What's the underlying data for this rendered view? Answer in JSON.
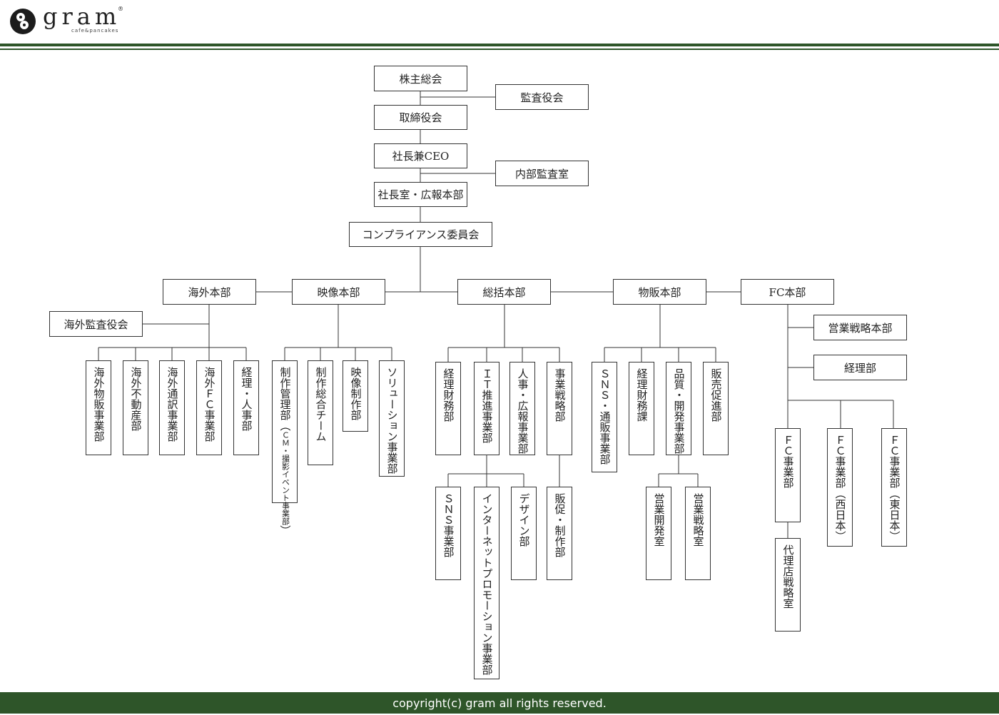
{
  "header": {
    "logo_word": "gram",
    "logo_reg": "®",
    "logo_sub": "cafe&pancakes"
  },
  "footer": {
    "copyright": "copyright(c) gram all rights reserved."
  },
  "org": {
    "shareholders": "株主総会",
    "auditors": "監査役会",
    "board": "取締役会",
    "ceo": "社長兼CEO",
    "internal_audit": "内部監査室",
    "president_office": "社長室・広報本部",
    "compliance": "コンプライアンス委員会",
    "overseas": {
      "name": "海外本部",
      "audit": "海外監査役会",
      "units": [
        "海外物販事業部",
        "海外不動産部",
        "海外通訳事業部",
        "海外ＦＣ事業部",
        "経理・人事部"
      ]
    },
    "video": {
      "name": "映像本部",
      "production_main": "制作管理部（",
      "production_sub": "ＣＭ・撮影イベント事業部",
      "production_close": "）",
      "units": [
        "制作総合チーム",
        "映像制作部",
        "ソリューション事業部"
      ]
    },
    "general": {
      "name": "総括本部",
      "units": [
        "経理財務部",
        "ＩＴ推進事業部",
        "人事・広報事業部",
        "事業戦略部"
      ],
      "it_sub": [
        "ＳＮＳ事業部",
        "インターネットプロモーション事業部",
        "デザイン部"
      ],
      "strategy_sub": "販促・制作部"
    },
    "merch": {
      "name": "物販本部",
      "units": [
        "ＳＮＳ・通販事業部",
        "経理財務課",
        "品質・開発事業部",
        "販売促進部"
      ],
      "quality_sub": [
        "営業開発室",
        "営業戦略室"
      ]
    },
    "fc": {
      "name": "FC本部",
      "strategy_hq": "営業戦略本部",
      "accounting": "経理部",
      "units": [
        "ＦＣ事業部",
        "ＦＣ事業部（西日本）",
        "ＦＣ事業部（東日本）"
      ],
      "agency": "代理店戦略室"
    }
  }
}
